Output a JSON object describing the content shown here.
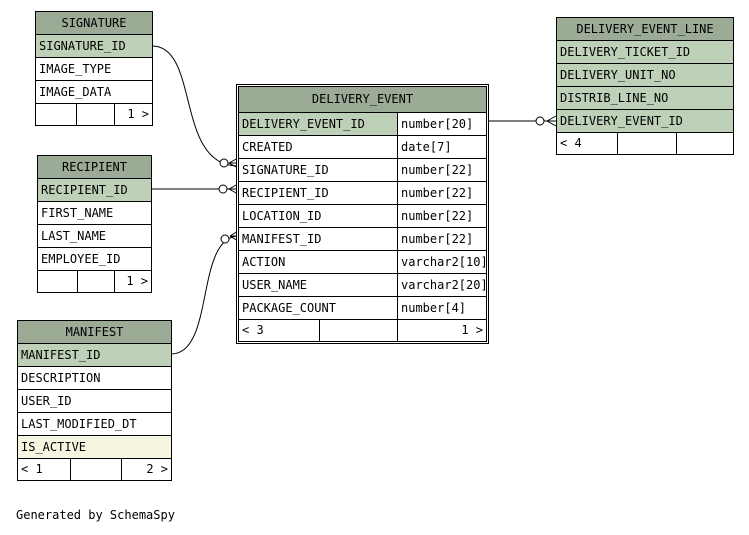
{
  "tables": {
    "signature": {
      "name": "SIGNATURE",
      "columns": [
        "SIGNATURE_ID",
        "IMAGE_TYPE",
        "IMAGE_DATA"
      ],
      "footer": {
        "left": "",
        "right": "1 >"
      }
    },
    "recipient": {
      "name": "RECIPIENT",
      "columns": [
        "RECIPIENT_ID",
        "FIRST_NAME",
        "LAST_NAME",
        "EMPLOYEE_ID"
      ],
      "footer": {
        "left": "",
        "right": "1 >"
      }
    },
    "manifest": {
      "name": "MANIFEST",
      "columns": [
        "MANIFEST_ID",
        "DESCRIPTION",
        "USER_ID",
        "LAST_MODIFIED_DT",
        "IS_ACTIVE"
      ],
      "footer": {
        "left": "< 1",
        "right": "2 >"
      }
    },
    "delivery_event": {
      "name": "DELIVERY_EVENT",
      "columns": [
        {
          "name": "DELIVERY_EVENT_ID",
          "type": "number[20]"
        },
        {
          "name": "CREATED",
          "type": "date[7]"
        },
        {
          "name": "SIGNATURE_ID",
          "type": "number[22]"
        },
        {
          "name": "RECIPIENT_ID",
          "type": "number[22]"
        },
        {
          "name": "LOCATION_ID",
          "type": "number[22]"
        },
        {
          "name": "MANIFEST_ID",
          "type": "number[22]"
        },
        {
          "name": "ACTION",
          "type": "varchar2[10]"
        },
        {
          "name": "USER_NAME",
          "type": "varchar2[20]"
        },
        {
          "name": "PACKAGE_COUNT",
          "type": "number[4]"
        }
      ],
      "footer": {
        "left": "< 3",
        "right": "1 >"
      }
    },
    "delivery_event_line": {
      "name": "DELIVERY_EVENT_LINE",
      "columns": [
        "DELIVERY_TICKET_ID",
        "DELIVERY_UNIT_NO",
        "DISTRIB_LINE_NO",
        "DELIVERY_EVENT_ID"
      ],
      "footer": {
        "left": "< 4",
        "right": ""
      }
    }
  },
  "colors": {
    "header": "#9bab96",
    "primary_key": "#bed1b8",
    "indexed": "#f5f5e0",
    "line": "#000000"
  },
  "footer_text": "Generated by SchemaSpy"
}
